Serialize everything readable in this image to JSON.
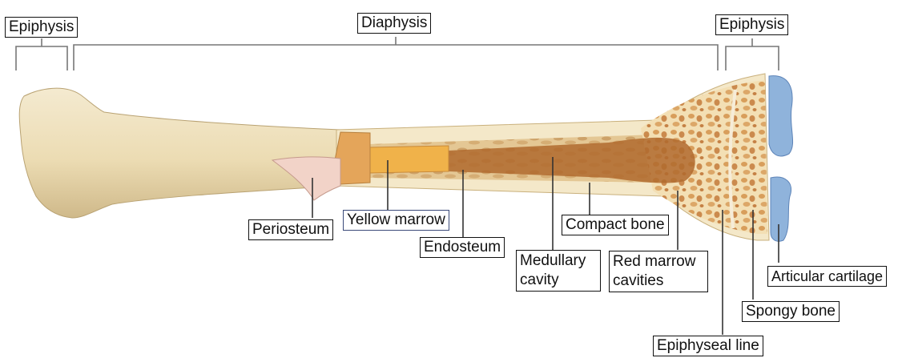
{
  "labels": {
    "epiphysis_left": "Epiphysis",
    "diaphysis": "Diaphysis",
    "epiphysis_right": "Epiphysis",
    "periosteum": "Periosteum",
    "yellow_marrow": "Yellow marrow",
    "endosteum": "Endosteum",
    "medullary_cavity": "Medullary cavity",
    "compact_bone": "Compact bone",
    "red_marrow_cavities": "Red marrow cavities",
    "articular_cartilage": "Articular cartilage",
    "spongy_bone": "Spongy bone",
    "epiphyseal_line": "Epiphyseal line"
  },
  "colors": {
    "bone_surface": "#efe2bd",
    "bone_shadow": "#d8c697",
    "cut_face": "#f6ecd0",
    "compact_bone": "#e8d3a0",
    "medullary": "#c98a4a",
    "yellow_marrow": "#f0b24a",
    "spongy": "#e7b877",
    "cartilage": "#8fb3db",
    "periosteum": "#e9c9c0",
    "leader": "#333333"
  }
}
